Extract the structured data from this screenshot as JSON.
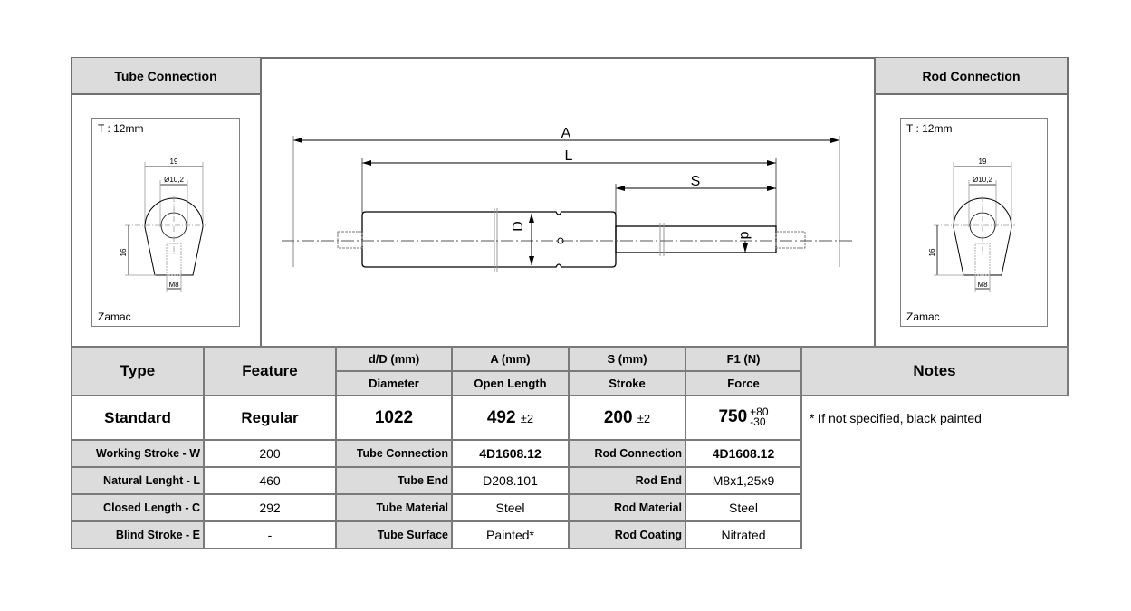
{
  "drawing": {
    "tube_connection": {
      "title": "Tube Connection",
      "thickness": "T : 12mm",
      "width_dim": "19",
      "hole_dim": "Ø10,2",
      "height_dim": "16",
      "thread_dim": "M8",
      "material": "Zamac"
    },
    "rod_connection": {
      "title": "Rod Connection",
      "thickness": "T : 12mm",
      "width_dim": "19",
      "hole_dim": "Ø10,2",
      "height_dim": "16",
      "thread_dim": "M8",
      "material": "Zamac"
    },
    "main_labels": {
      "A": "A",
      "L": "L",
      "S": "S",
      "D": "D",
      "d": "d"
    }
  },
  "spec_table": {
    "headers": {
      "type": "Type",
      "feature": "Feature",
      "diameter_unit": "d/D (mm)",
      "diameter_label": "Diameter",
      "length_unit": "A (mm)",
      "length_label": "Open Length",
      "stroke_unit": "S (mm)",
      "stroke_label": "Stroke",
      "force_unit": "F1 (N)",
      "force_label": "Force",
      "notes": "Notes"
    },
    "main_row": {
      "type": "Standard",
      "feature": "Regular",
      "diameter": "1022",
      "open_length": "492",
      "open_length_tol": "±2",
      "stroke": "200",
      "stroke_tol": "±2",
      "force": "750",
      "force_tol_plus": "+80",
      "force_tol_minus": "-30",
      "note": "* If not specified, black painted"
    },
    "detail_rows": [
      {
        "label1": "Working Stroke - W",
        "value1": "200",
        "label2": "Tube Connection",
        "value2": "4D1608.12",
        "label3": "Rod Connection",
        "value3": "4D1608.12"
      },
      {
        "label1": "Natural Lenght - L",
        "value1": "460",
        "label2": "Tube End",
        "value2": "D208.101",
        "label3": "Rod End",
        "value3": "M8x1,25x9"
      },
      {
        "label1": "Closed Length - C",
        "value1": "292",
        "label2": "Tube Material",
        "value2": "Steel",
        "label3": "Rod Material",
        "value3": "Steel"
      },
      {
        "label1": "Blind Stroke - E",
        "value1": "-",
        "label2": "Tube Surface",
        "value2": "Painted*",
        "label3": "Rod Coating",
        "value3": "Nitrated"
      }
    ]
  },
  "colors": {
    "header_bg": "#dcdcdc",
    "border": "#707070"
  }
}
